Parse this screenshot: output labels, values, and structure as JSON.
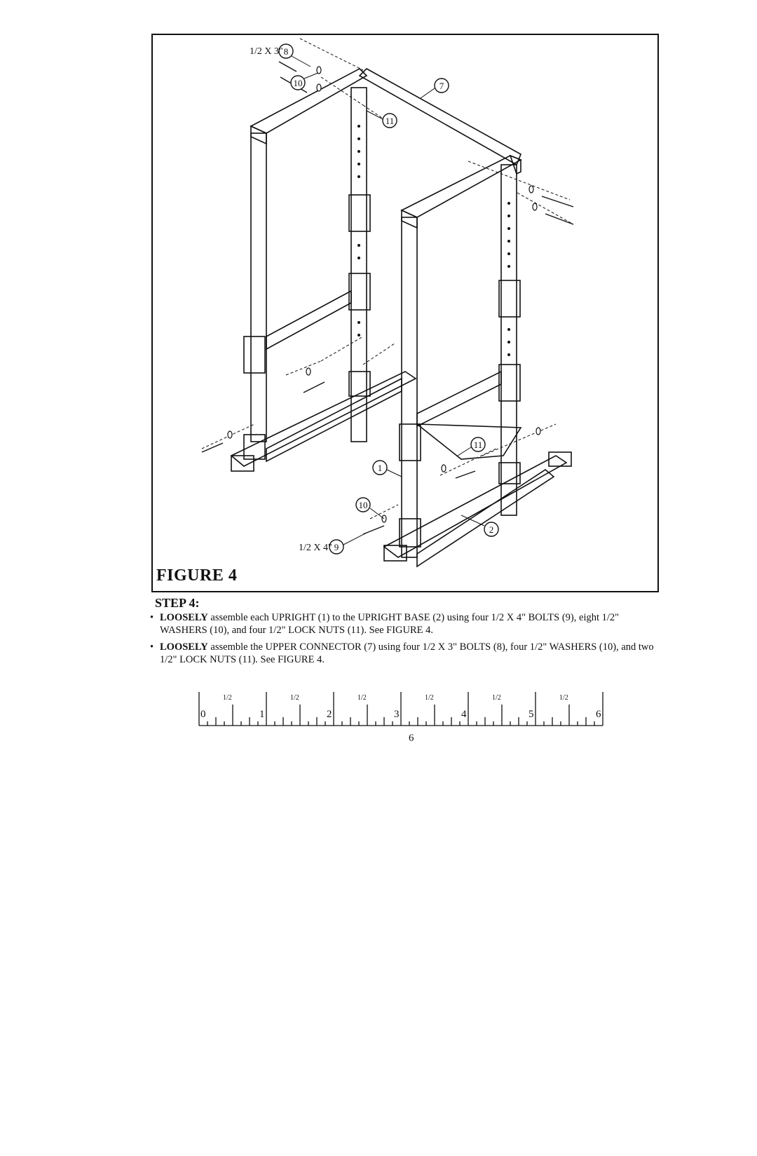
{
  "figure": {
    "label": "FIGURE 4",
    "callouts": {
      "bolt_top": "1/2 X 3\"",
      "bolt_bottom": "1/2 X 4\"",
      "part_numbers": [
        "8",
        "10",
        "11",
        "7",
        "1",
        "10",
        "11",
        "9",
        "2"
      ]
    }
  },
  "step": {
    "heading": "STEP 4:",
    "bullets": [
      {
        "lead": "LOOSELY",
        "text": " assemble each UPRIGHT (1) to the UPRIGHT BASE (2) using four 1/2 X 4\" BOLTS (9), eight 1/2\" WASHERS (10), and four 1/2\" LOCK NUTS (11). See FIGURE 4."
      },
      {
        "lead": "LOOSELY",
        "text": " assemble the UPPER CONNECTOR (7) using four 1/2 X 3\" BOLTS (8), four 1/2\" WASHERS (10), and two 1/2\" LOCK NUTS (11). See FIGURE 4."
      }
    ]
  },
  "ruler": {
    "numbers": [
      "0",
      "1",
      "2",
      "3",
      "4",
      "5",
      "6"
    ],
    "half_label": "1/2"
  },
  "page_number": "6"
}
